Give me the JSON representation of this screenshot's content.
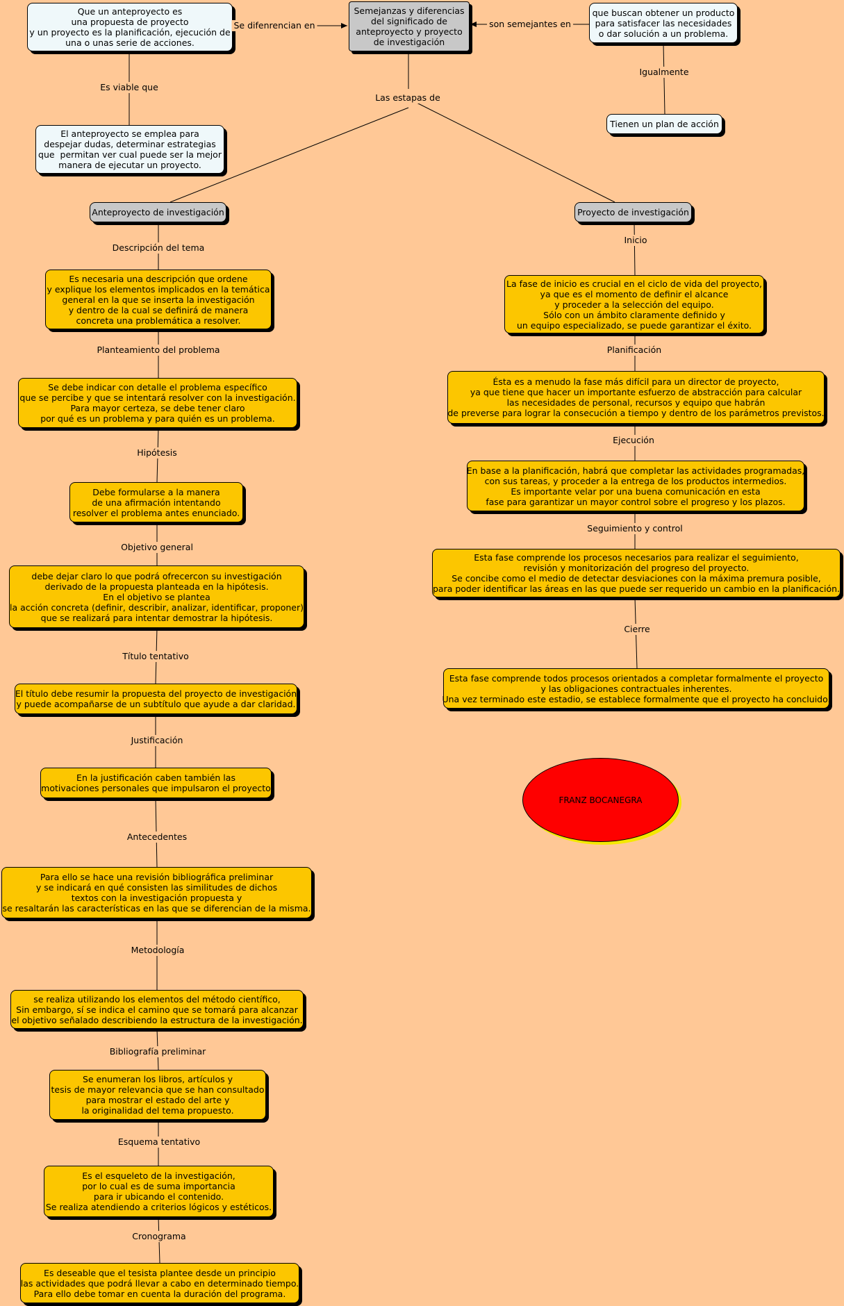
{
  "top": {
    "left": "Que un anteproyecto es\nuna propuesta de proyecto\ny un proyecto es la planificación, ejecución de\nuna o unas serie de acciones.",
    "center": "Semejanzas y diferencias\ndel significado de\nanteproyecto y proyecto\nde investigación",
    "right": "que buscan obtener un producto\npara satisfacer las necesidades\no dar solución a un problema.",
    "left_sub": "El anteproyecto se emplea para\ndespejar dudas, determinar estrategias\nque  permitan ver cual puede ser la mejor\nmanera de ejecutar un proyecto.",
    "right_sub": "Tienen un plan de acción"
  },
  "links": {
    "se_diferencian": "Se difenrencian en",
    "son_semejantes": "son semejantes en",
    "es_viable": "Es viable que",
    "igualmente": "Igualmente",
    "las_etapas": "Las estapas de"
  },
  "left_branch": {
    "title": "Anteproyecto de investigación",
    "steps": [
      {
        "label": "Descripción del tema",
        "text": "Es necesaria una descripción que ordene\ny explique los elementos implicados en la temática\ngeneral en la que se inserta la investigación\ny dentro de la cual se definirá de manera\nconcreta una problemática a resolver."
      },
      {
        "label": "Planteamiento del problema",
        "text": "Se debe indicar con detalle el problema específico\nque se percibe y que se intentará resolver con la investigación.\nPara mayor certeza, se debe tener claro\npor qué es un problema y para quién es un problema."
      },
      {
        "label": "Hipótesis",
        "text": "Debe formularse a la manera\nde una afirmación intentando\nresolver el problema antes enunciado."
      },
      {
        "label": "Objetivo general",
        "text": "debe dejar claro lo que podrá ofrecercon su investigación\nderivado de la propuesta planteada en la hipótesis.\nEn el objetivo se plantea\nla acción concreta (definir, describir, analizar, identificar, proponer)\nque se realizará para intentar demostrar la hipótesis."
      },
      {
        "label": "Título tentativo",
        "text": "El título debe resumir la propuesta del proyecto de investigación\ny puede acompañarse de un subtítulo que ayude a dar claridad."
      },
      {
        "label": "Justificación",
        "text": "En la justificación caben también las\nmotivaciones personales que impulsaron el proyecto"
      },
      {
        "label": "Antecedentes",
        "text": "Para ello se hace una revisión bibliográfica preliminar\ny se indicará en qué consisten las similitudes de dichos\ntextos con la investigación propuesta y\nse resaltarán las características en las que se diferencian de la misma."
      },
      {
        "label": "Metodología",
        "text": "se realiza utilizando los elementos del método científico,\nSin embargo, sí se indica el camino que se tomará para alcanzar\nel objetivo señalado describiendo la estructura de la investigación."
      },
      {
        "label": "Bibliografía preliminar",
        "text": "Se enumeran los libros, artículos y\ntesis de mayor relevancia que se han consultado\npara mostrar el estado del arte y\nla originalidad del tema propuesto."
      },
      {
        "label": "Esquema tentativo",
        "text": "Es el esqueleto de la investigación,\npor lo cual es de suma importancia\npara ir ubicando el contenido.\nSe realiza atendiendo a criterios lógicos y estéticos."
      },
      {
        "label": "Cronograma",
        "text": "Es deseable que el tesista plantee desde un principio\nlas actividades que podrá llevar a cabo en determinado tiempo.\nPara ello debe tomar en cuenta la duración del programa."
      }
    ]
  },
  "right_branch": {
    "title": "Proyecto de investigación",
    "steps": [
      {
        "label": "Inicio",
        "text": "La fase de inicio es crucial en el ciclo de vida del proyecto,\nya que es el momento de definir el alcance\ny proceder a la selección del equipo.\nSólo con un ámbito claramente definido y\nun equipo especializado, se puede garantizar el éxito."
      },
      {
        "label": "Planificación",
        "text": "Ésta es a menudo la fase más difícil para un director de proyecto,\nya que tiene que hacer un importante esfuerzo de abstracción para calcular\nlas necesidades de personal, recursos y equipo que habrán\nde preverse para lograr la consecución a tiempo y dentro de los parámetros previstos."
      },
      {
        "label": "Ejecución",
        "text": "En base a la planificación, habrá que completar las actividades programadas,\ncon sus tareas, y proceder a la entrega de los productos intermedios.\nEs importante velar por una buena comunicación en esta\nfase para garantizar un mayor control sobre el progreso y los plazos."
      },
      {
        "label": "Seguimiento y control",
        "text": "Esta fase comprende los procesos necesarios para realizar el seguimiento,\nrevisión y monitorización del progreso del proyecto.\nSe concibe como el medio de detectar desviaciones con la máxima premura posible,\npara poder identificar las áreas en las que puede ser requerido un cambio en la planificación."
      },
      {
        "label": "Cierre",
        "text": "Esta fase comprende todos procesos orientados a completar formalmente el proyecto\ny las obligaciones contractuales inherentes.\nUna vez terminado este estadio, se establece formalmente que el proyecto ha concluido."
      }
    ]
  },
  "author": "FRANZ BOCANEGRA",
  "colors": {
    "background": "#ffc896",
    "node_yellow": "#fcc600",
    "node_white": "#eff8fa",
    "node_grey": "#c8c8c8",
    "ellipse": "#fe0000"
  }
}
